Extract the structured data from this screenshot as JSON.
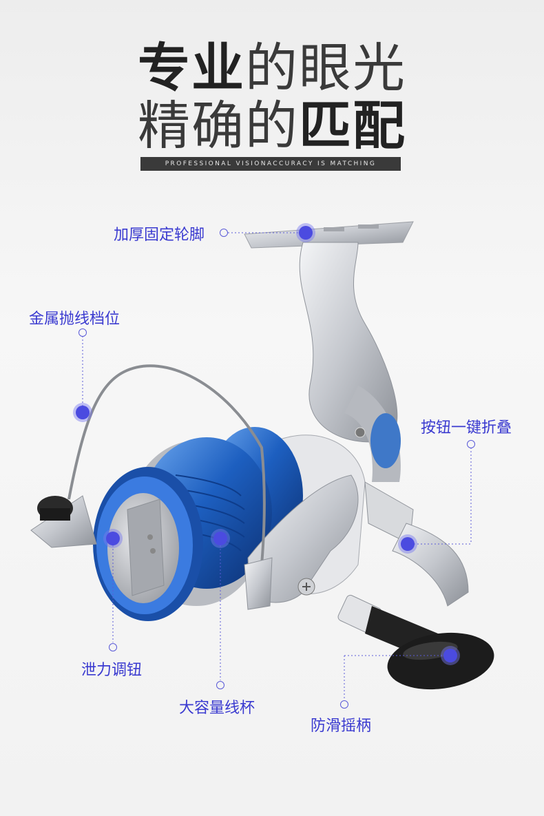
{
  "headline": {
    "line1_bold": "专业",
    "line1_light": "的眼光",
    "line2_light": "精确的",
    "line2_bold": "匹配",
    "subtitle": "PROFESSIONAL VISIONACCURACY IS MATCHING"
  },
  "features": {
    "foot": "加厚固定轮脚",
    "bail": "金属抛线档位",
    "fold_button": "按钮一键折叠",
    "drag_knob": "泄力调钮",
    "spool": "大容量线杯",
    "handle": "防滑摇柄"
  },
  "colors": {
    "accent": "#4b4be0",
    "label_text": "#3a3ad0",
    "spool_blue": "#1d5fc0",
    "reel_silver": "#c9cbd0"
  }
}
